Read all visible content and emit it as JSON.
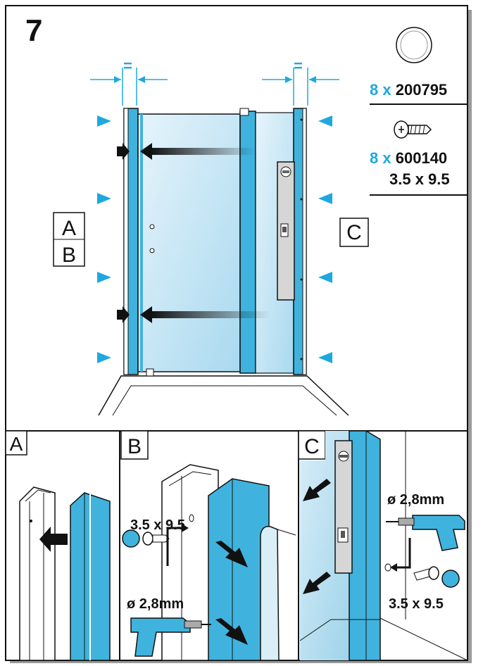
{
  "step_number": "7",
  "parts": [
    {
      "qty": "8",
      "x": "x",
      "code": "200795",
      "size": "",
      "icon": "cover-cap-icon"
    },
    {
      "qty": "8",
      "x": "x",
      "code": "600140",
      "size": "3.5 x 9.5",
      "icon": "screw-icon"
    }
  ],
  "main_view": {
    "equal_sign": "=",
    "label_a": "A",
    "label_b": "B",
    "label_c": "C"
  },
  "panel_a": {
    "label": "A"
  },
  "panel_b": {
    "label": "B",
    "screw_size": "3.5 x 9.5",
    "drill_size": "ø 2,8mm"
  },
  "panel_c": {
    "label": "C",
    "drill_size": "ø 2,8mm",
    "screw_size": "3.5 x 9.5"
  },
  "colors": {
    "accent": "#1ea8e0",
    "profile": "#3fb3dd",
    "glass": "#cfeaf5",
    "arrow": "#111111"
  }
}
